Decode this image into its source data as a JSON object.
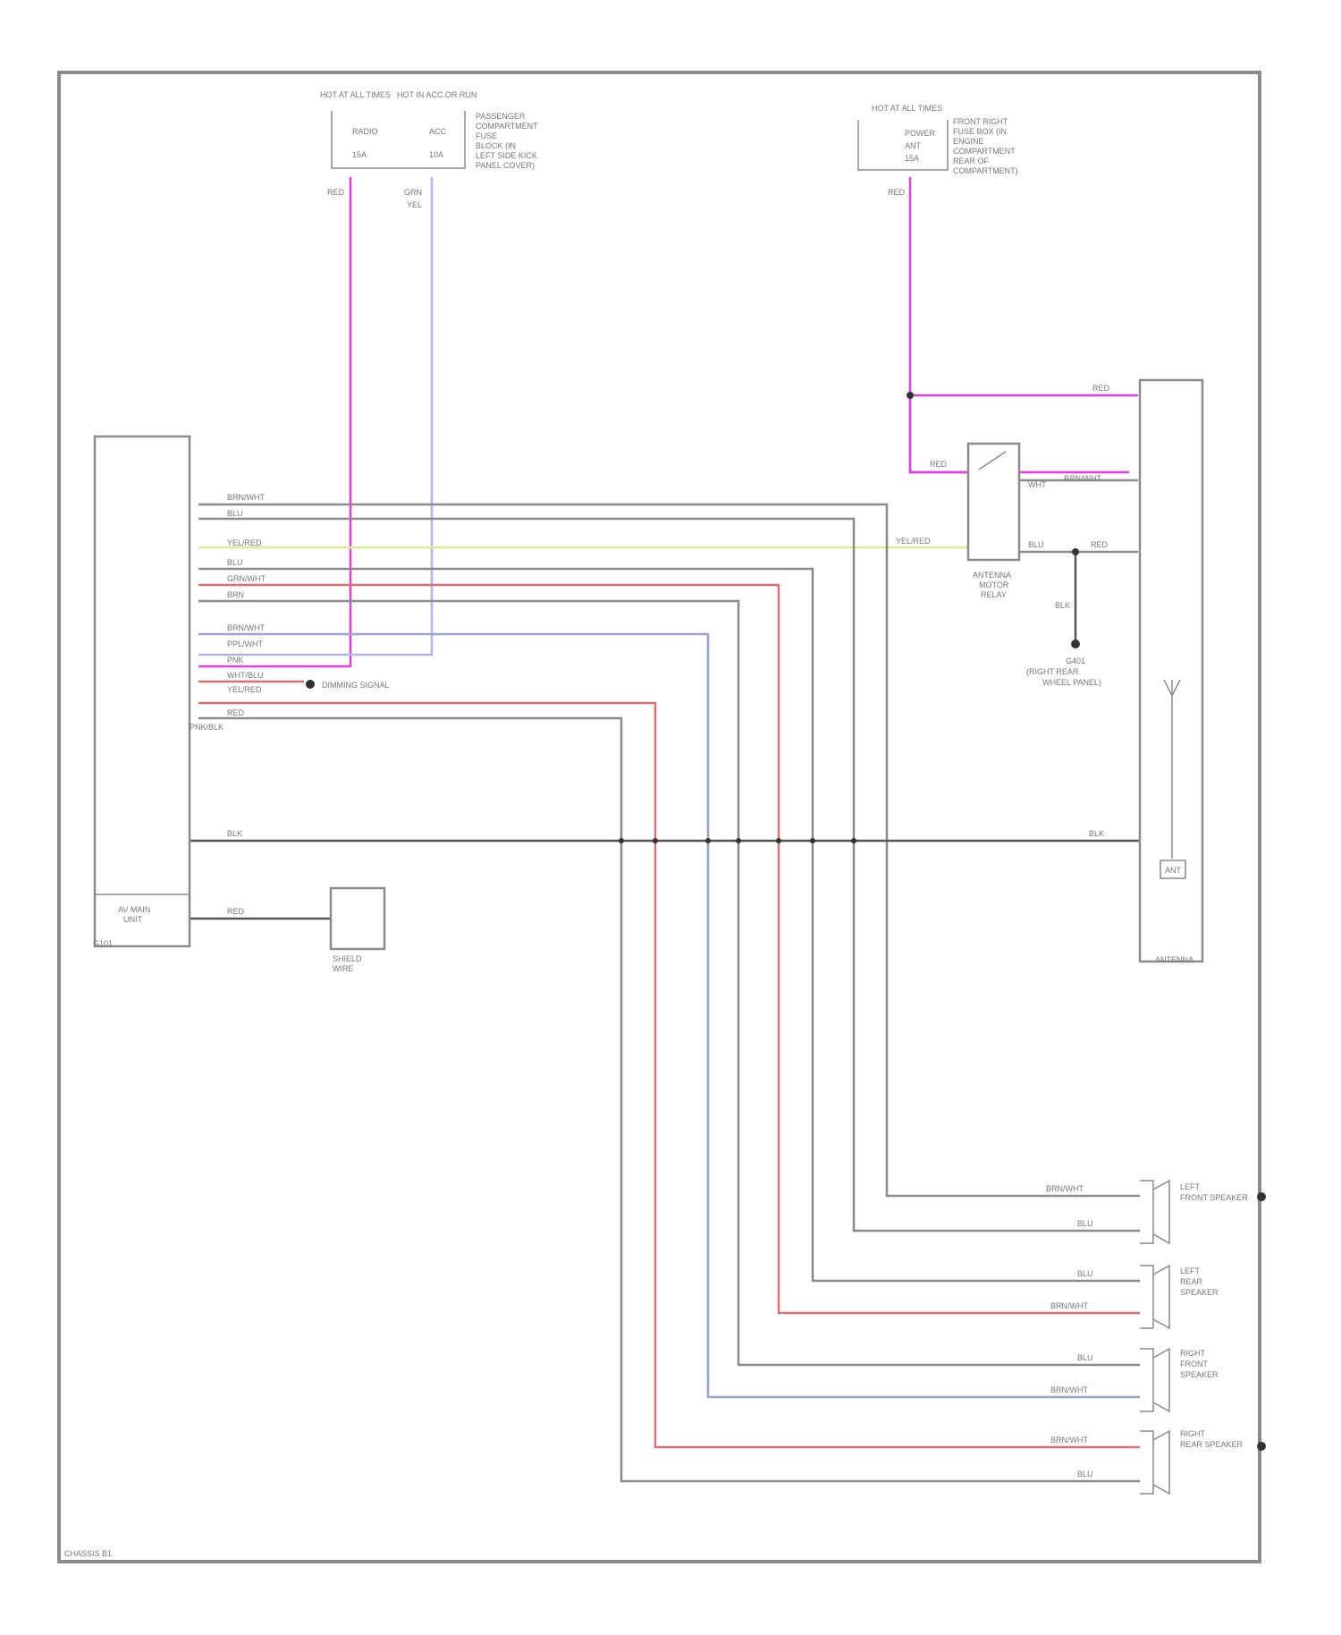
{
  "colors": {
    "frame": "#8a8a8a",
    "wire_gray": "#8a8a8a",
    "wire_magenta": "#e83ce8",
    "wire_lavender": "#b3b3f0",
    "wire_yellow_green": "#d8ec90",
    "wire_red": "#e07070",
    "wire_gray_blue": "#9aa4c8",
    "ground_wire": "#555555"
  },
  "fuse_boxes": {
    "left": {
      "header_1": "HOT AT ALL TIMES",
      "header_2": "HOT IN ACC OR RUN",
      "side_text": [
        "PASSENGER",
        "COMPARTMENT",
        "FUSE",
        "BLOCK (IN",
        "LEFT SIDE KICK",
        "PANEL COVER)"
      ],
      "fuse_labels": [
        "RADIO",
        "15A",
        "ACC",
        "10A"
      ],
      "wire_labels": [
        "RED",
        "GRN",
        "YEL"
      ]
    },
    "right": {
      "header": "HOT AT ALL TIMES",
      "side_text": [
        "FRONT RIGHT",
        "FUSE BOX (IN",
        "ENGINE",
        "COMPARTMENT",
        "REAR OF",
        "COMPARTMENT)"
      ],
      "fuse_labels": [
        "POWER",
        "ANT",
        "15A"
      ],
      "wire_labels": [
        "RED"
      ]
    }
  },
  "radio_unit": {
    "label_lines": [
      "AV MAIN",
      "UNIT"
    ],
    "ground_label": "G101",
    "pin_wires": [
      "BRN/WHT",
      "BLU",
      "",
      "YEL/RED",
      "BLU",
      "GRN/WHT",
      "BRN",
      "",
      "BRN/WHT",
      "PPL/WHT",
      "PNK",
      "WHT/BLU",
      "YEL/RED",
      "RED",
      "PNK/BLK"
    ],
    "dimmer_note": "DIMMING SIGNAL",
    "shield_label": "RED"
  },
  "relay": {
    "label_lines": [
      "ANTENNA",
      "MOTOR",
      "RELAY"
    ],
    "wire_labels": [
      "RED",
      "BRN/WHT",
      "YEL/RED",
      "WHT",
      "BLU",
      "RED",
      "BLK"
    ],
    "ground_note_lines": [
      "G401",
      "(RIGHT REAR",
      "WHEEL PANEL)"
    ]
  },
  "antenna": {
    "label": "ANTENNA",
    "wire_labels": [
      "RED",
      "BLK"
    ],
    "inner_label": "ANT"
  },
  "bottom_wire_label": "BLK",
  "crossover": {
    "label_lines": [
      "SHIELD",
      "WIRE"
    ],
    "left_wire": "BLK",
    "right_wire": "RED"
  },
  "speakers": [
    {
      "name_lines": [
        "LEFT",
        "FRONT SPEAKER"
      ],
      "wire_1": "BRN/WHT",
      "wire_2": "BLU"
    },
    {
      "name_lines": [
        "LEFT",
        "REAR",
        "SPEAKER"
      ],
      "wire_1": "BLU",
      "wire_2": "BRN/WHT"
    },
    {
      "name_lines": [
        "RIGHT",
        "FRONT",
        "SPEAKER"
      ],
      "wire_1": "BLU",
      "wire_2": "BRN/WHT"
    },
    {
      "name_lines": [
        "RIGHT",
        "REAR SPEAKER"
      ],
      "wire_1": "BRN/WHT",
      "wire_2": "BLU"
    }
  ],
  "footer": "CHASSIS B1"
}
